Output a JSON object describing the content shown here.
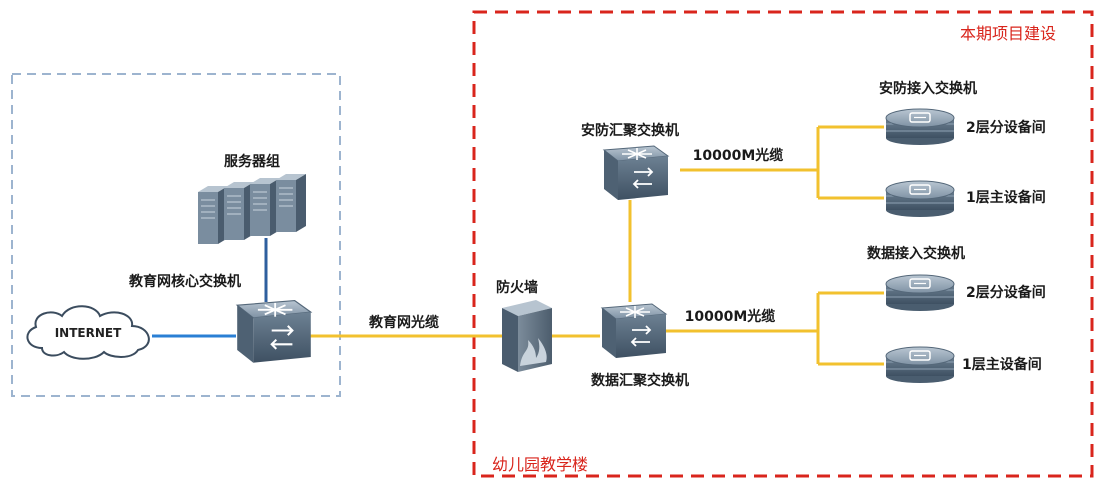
{
  "colors": {
    "campus_border": "#d9251c",
    "core_border": "#9db4cf",
    "fiber": "#f2c12e",
    "blue_link": "#2a7fd4",
    "server_link": "#2f5f9e",
    "device_face": "#5e7285",
    "label_red": "#d9251c"
  },
  "regions": {
    "project_label": "本期项目建设",
    "building_label": "幼儿园教学楼"
  },
  "nodes": {
    "internet": {
      "label": "INTERNET",
      "icon": "cloud-icon"
    },
    "servers": {
      "label": "服务器组",
      "icon": "server-rack-icon"
    },
    "core_switch": {
      "label": "教育网核心交换机",
      "icon": "core-switch-icon"
    },
    "firewall": {
      "label": "防火墙",
      "icon": "firewall-icon"
    },
    "data_agg": {
      "label": "数据汇聚交换机",
      "icon": "switch-icon"
    },
    "sec_agg": {
      "label": "安防汇聚交换机",
      "icon": "switch-icon"
    },
    "sec_access": {
      "title": "安防接入交换机",
      "devices": [
        {
          "label": "2层分设备间",
          "icon": "access-switch-icon"
        },
        {
          "label": "1层主设备间",
          "icon": "access-switch-icon"
        }
      ]
    },
    "data_access": {
      "title": "数据接入交换机",
      "devices": [
        {
          "label": "2层分设备间",
          "icon": "access-switch-icon"
        },
        {
          "label": "1层主设备间",
          "icon": "access-switch-icon"
        }
      ]
    }
  },
  "links": {
    "edu_fiber": "教育网光缆",
    "sec_fiber": "10000M光缆",
    "data_fiber": "10000M光缆"
  }
}
